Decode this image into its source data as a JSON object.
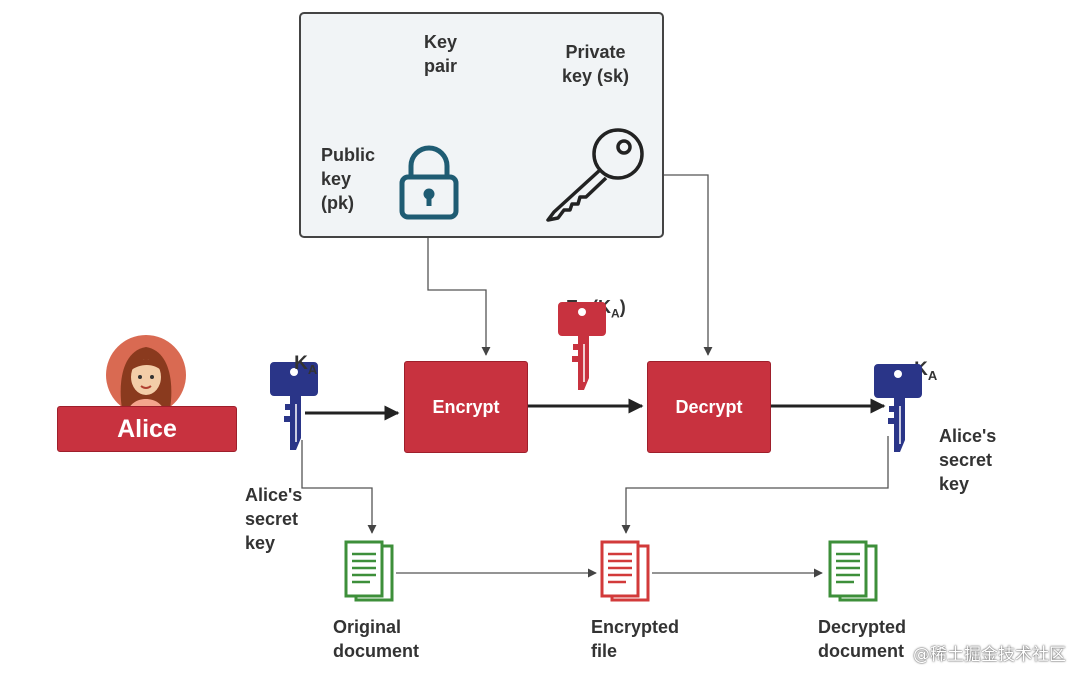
{
  "keypair": {
    "title": "Key\npair",
    "private_key": "Private\nkey (sk)",
    "public_key": "Public\nkey\n(pk)"
  },
  "alice": {
    "name": "Alice"
  },
  "encrypt": {
    "label": "Encrypt"
  },
  "decrypt": {
    "label": "Decrypt"
  },
  "encrypted_key": {
    "base": "E",
    "sub1": "pk",
    "mid": "(K",
    "sub2": "A",
    "end": ")"
  },
  "secret_key_left": {
    "base": "K",
    "sub": "A",
    "caption": "Alice's\nsecret\nkey"
  },
  "secret_key_right": {
    "base": "K",
    "sub": "A",
    "caption": "Alice's\nsecret\nkey"
  },
  "documents": {
    "original": "Original\ndocument",
    "encrypted": "Encrypted\nfile",
    "decrypted": "Decrypted\ndocument"
  },
  "watermark": "@稀土掘金技术社区",
  "colors": {
    "red": "#c8323f",
    "blue": "#2a3588",
    "green": "#3d8f3a",
    "doc_red": "#d23a3a",
    "teal": "#1f5c73",
    "panel_bg": "#f1f4f6"
  },
  "icons": [
    "padlock-icon",
    "key-icon",
    "user-avatar",
    "document-icon"
  ]
}
